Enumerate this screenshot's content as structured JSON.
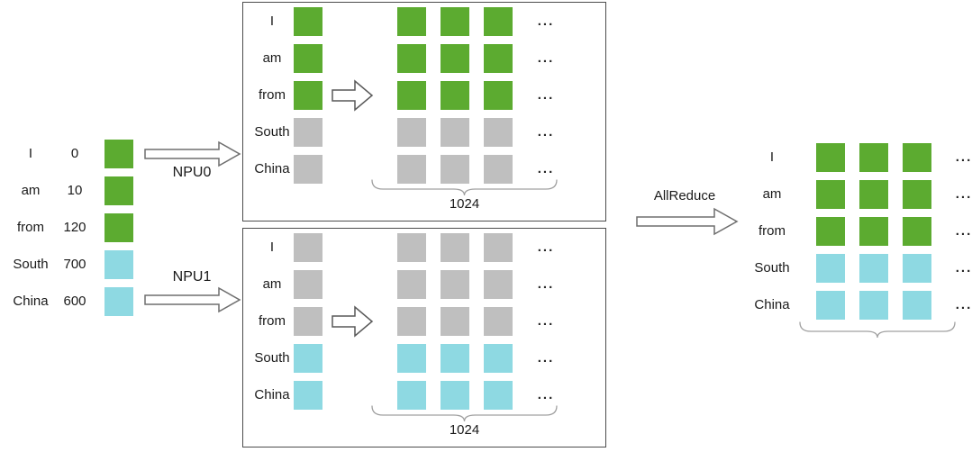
{
  "colors": {
    "green": "#5cab30",
    "cyan": "#8ed9e2",
    "gray": "#bfbfbf"
  },
  "ellipsis": "...",
  "input_table": {
    "rows": [
      {
        "word": "I",
        "index": "0",
        "color": "green"
      },
      {
        "word": "am",
        "index": "10",
        "color": "green"
      },
      {
        "word": "from",
        "index": "120",
        "color": "green"
      },
      {
        "word": "South",
        "index": "700",
        "color": "cyan"
      },
      {
        "word": "China",
        "index": "600",
        "color": "cyan"
      }
    ]
  },
  "arrows": {
    "npu0": "NPU0",
    "npu1": "NPU1",
    "allreduce": "AllReduce"
  },
  "npu0_box": {
    "rows": [
      {
        "word": "I",
        "color": "green"
      },
      {
        "word": "am",
        "color": "green"
      },
      {
        "word": "from",
        "color": "green"
      },
      {
        "word": "South",
        "color": "gray"
      },
      {
        "word": "China",
        "color": "gray"
      }
    ],
    "width_label": "1024"
  },
  "npu1_box": {
    "rows": [
      {
        "word": "I",
        "color": "gray"
      },
      {
        "word": "am",
        "color": "gray"
      },
      {
        "word": "from",
        "color": "gray"
      },
      {
        "word": "South",
        "color": "cyan"
      },
      {
        "word": "China",
        "color": "cyan"
      }
    ],
    "width_label": "1024"
  },
  "output_table": {
    "rows": [
      {
        "word": "I",
        "color": "green"
      },
      {
        "word": "am",
        "color": "green"
      },
      {
        "word": "from",
        "color": "green"
      },
      {
        "word": "South",
        "color": "cyan"
      },
      {
        "word": "China",
        "color": "cyan"
      }
    ]
  }
}
